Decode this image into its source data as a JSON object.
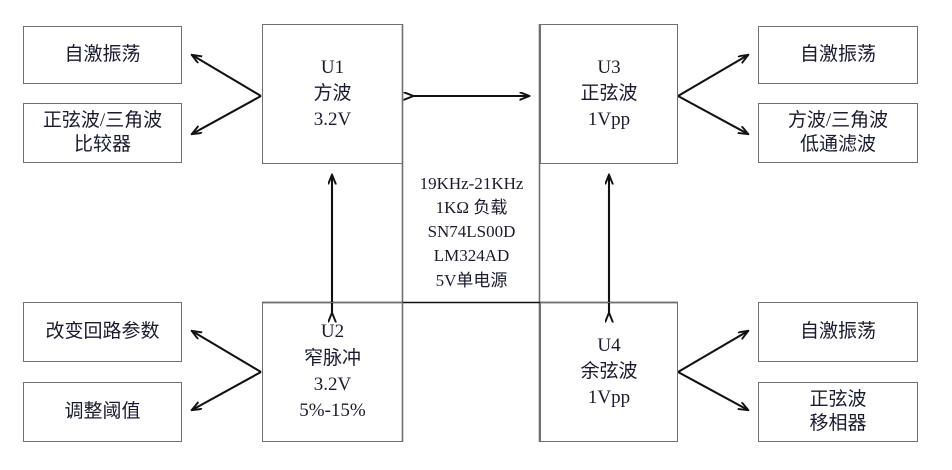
{
  "diagram": {
    "title_internal": "signal-generator-block-diagram",
    "stroke_color": "#6f6f6f",
    "wire_color": "#111111",
    "text_color": "#1a1a2e",
    "background": "#ffffff"
  },
  "units": {
    "u1": {
      "id": "U1",
      "line2": "方波",
      "line3": "3.2V"
    },
    "u2": {
      "id": "U2",
      "line2": "窄脉冲",
      "line3": "3.2V",
      "line4": "5%-15%"
    },
    "u3": {
      "id": "U3",
      "line2": "正弦波",
      "line3": "1Vpp"
    },
    "u4": {
      "id": "U4",
      "line2": "余弦波",
      "line3": "1Vpp"
    }
  },
  "left_top_notes": [
    {
      "line1": "自激振荡",
      "line2": ""
    },
    {
      "line1": "正弦波/三角波",
      "line2": "比较器"
    }
  ],
  "left_bottom_notes": [
    {
      "line1": "改变回路参数",
      "line2": ""
    },
    {
      "line1": "调整阈值",
      "line2": ""
    }
  ],
  "right_top_notes": [
    {
      "line1": "自激振荡",
      "line2": ""
    },
    {
      "line1": "方波/三角波",
      "line2": "低通滤波"
    }
  ],
  "right_bottom_notes": [
    {
      "line1": "自激振荡",
      "line2": ""
    },
    {
      "line1": "正弦波",
      "line2": "移相器"
    }
  ],
  "specs": [
    "19KHz-21KHz",
    "1KΩ 负载",
    "SN74LS00D",
    "LM324AD",
    "5V单电源"
  ]
}
